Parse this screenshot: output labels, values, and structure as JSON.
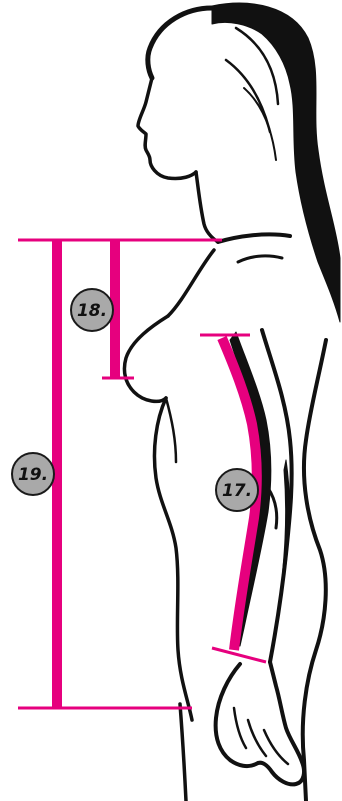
{
  "colors": {
    "measure": "#e6007e",
    "outline": "#111111",
    "badge_fill": "#a9a9a9",
    "badge_stroke": "#1a1a1a",
    "background": "#ffffff"
  },
  "measurements": [
    {
      "label": "17.",
      "kind": "arm-length"
    },
    {
      "label": "18.",
      "kind": "bust-height"
    },
    {
      "label": "19.",
      "kind": "shoulder-to-hip"
    }
  ]
}
